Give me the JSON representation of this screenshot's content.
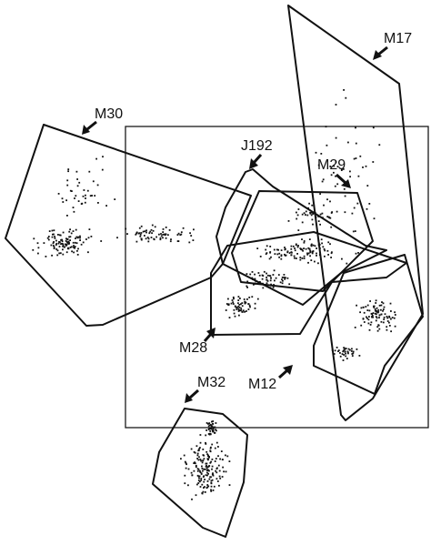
{
  "clusters": [
    {
      "id": "M17",
      "label": "M17"
    },
    {
      "id": "M30",
      "label": "M30"
    },
    {
      "id": "J192",
      "label": "J192"
    },
    {
      "id": "M29",
      "label": "M29"
    },
    {
      "id": "M28",
      "label": "M28"
    },
    {
      "id": "M12",
      "label": "M12"
    },
    {
      "id": "M32",
      "label": "M32"
    }
  ]
}
